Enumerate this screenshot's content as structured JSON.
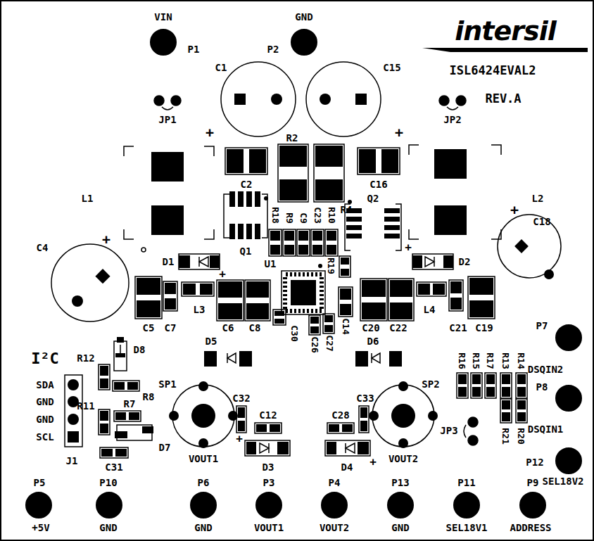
{
  "diagram": {
    "labels": [
      "VIN",
      "P1",
      "GND",
      "P2",
      "intersil",
      "ISL6424EVAL2",
      "REV.A",
      "C1",
      "C15",
      "JP1",
      "JP2",
      "+",
      "+",
      "R2",
      "C2",
      "R4",
      "C16",
      "L1",
      "L2",
      "+",
      "C18",
      "C4",
      "+",
      "Q1",
      "R18",
      "R9",
      "C9",
      "C23",
      "R10",
      "Q2",
      "D1",
      "+",
      "+",
      "D2",
      "U1",
      "R19",
      "C5",
      "C7",
      "L3",
      "C6",
      "C8",
      "C30",
      "C14",
      "C26",
      "C27",
      "C20",
      "C22",
      "L4",
      "C21",
      "C19",
      "D5",
      "D6",
      "I²C",
      "P7",
      "DSQIN2",
      "R12",
      "D8",
      "R8",
      "R16",
      "R15",
      "R17",
      "R13",
      "R14",
      "SDA",
      "GND",
      "GND",
      "SCL",
      "SP1",
      "C32",
      "C12",
      "C28",
      "C33",
      "SP2",
      "P8",
      "DSQIN1",
      "R11",
      "R7",
      "JP3",
      "R21",
      "R20",
      "D7",
      "VOUT1",
      "VOUT2",
      "D3",
      "D4",
      "J1",
      "P12",
      "SEL18V2",
      "C31",
      "+",
      "+",
      "P5",
      "P10",
      "P6",
      "P3",
      "P4",
      "P13",
      "P11",
      "P9",
      "+5V",
      "GND",
      "GND",
      "VOUT1",
      "VOUT2",
      "GND",
      "SEL18V1",
      "ADDRESS"
    ]
  }
}
